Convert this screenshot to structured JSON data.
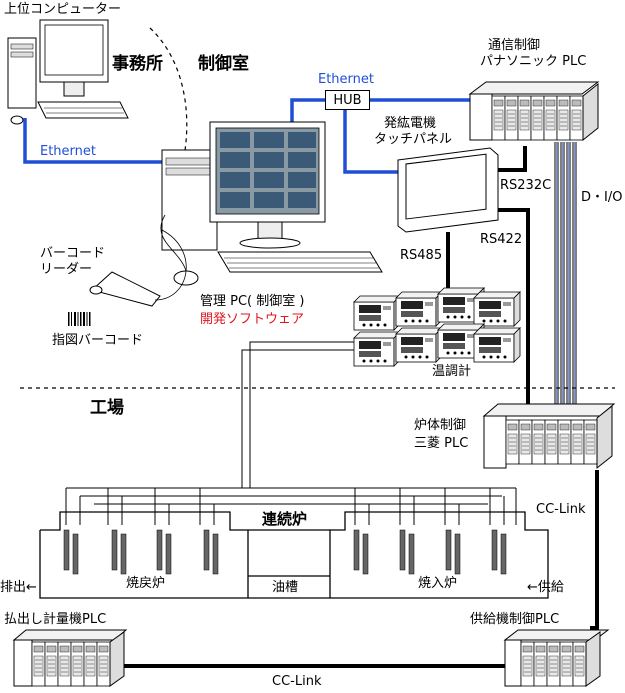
{
  "labels": {
    "host_computer": "上位コンピューター",
    "office": "事務所",
    "control_room": "制御室",
    "ethernet_top": "Ethernet",
    "ethernet_left": "Ethernet",
    "hub": "HUB",
    "comm_control": "通信制御",
    "panasonic_plc": "パナソニック PLC",
    "touch_panel_1": "発紘電機",
    "touch_panel_2": "タッチパネル",
    "rs232c": "RS232C",
    "di_o": "D・I/O",
    "rs422": "RS422",
    "rs485": "RS485",
    "barcode_reader_1": "バーコード",
    "barcode_reader_2": "リーダー",
    "mgmt_pc": "管理 PC( 制御室 )",
    "dev_software": "開発ソフトウェア",
    "order_barcode": "指図バーコード",
    "thermometer": "温調計",
    "factory": "工場",
    "furnace_control": "炉体制御",
    "mitsubishi_plc": "三菱 PLC",
    "cc_link_right": "CC-Link",
    "continuous_furnace": "連続炉",
    "tempering_furnace": "焼戻炉",
    "quench_furnace": "焼入炉",
    "oil_tank": "油槽",
    "discharge": "排出←",
    "supply": "←供給",
    "dispense_plc": "払出し計量機PLC",
    "supply_plc": "供給機制御PLC",
    "cc_link_bottom": "CC-Link"
  },
  "colors": {
    "ethernet": "#1f4fd6",
    "highlight_text": "#e0141e",
    "line": "#000000"
  },
  "icons": [
    "host-computer-icon",
    "management-pc-icon",
    "touch-panel-icon",
    "plc-icon",
    "temperature-controller-icon",
    "barcode-reader-icon",
    "barcode-icon",
    "furnace-icon"
  ]
}
